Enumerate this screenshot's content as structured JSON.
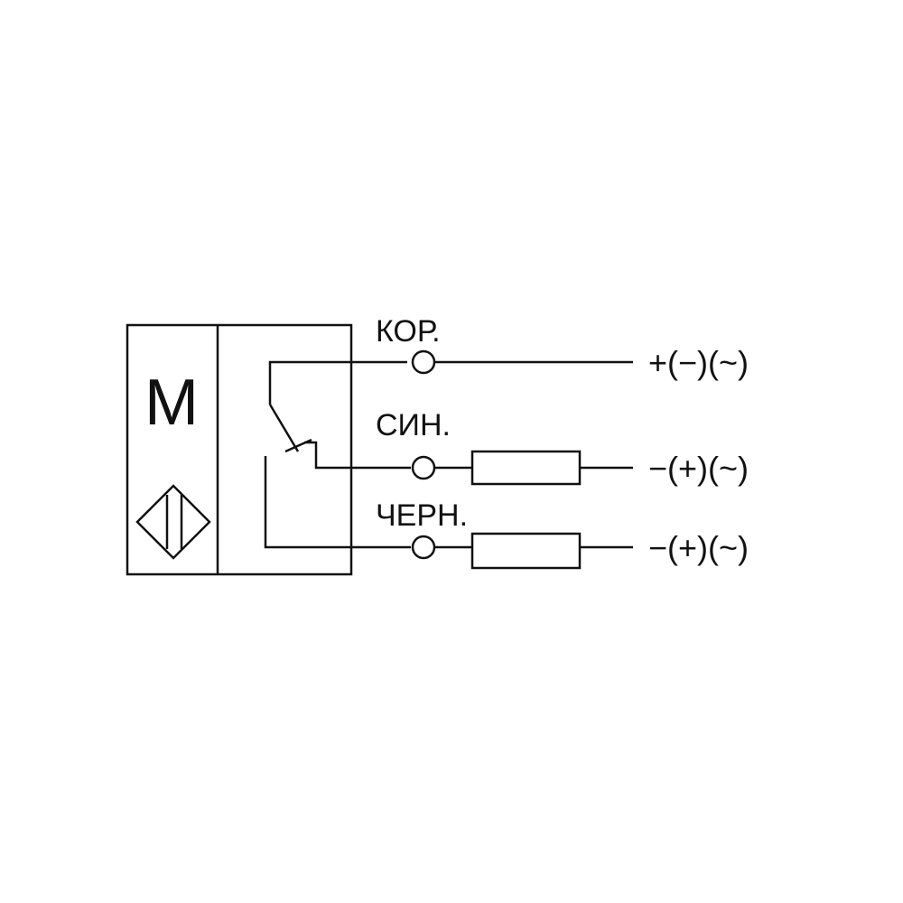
{
  "sensor": {
    "type_letter": "M"
  },
  "wires": [
    {
      "label": "КОР.",
      "terminal": "+(−)(~)",
      "has_load": false
    },
    {
      "label": "СИН.",
      "terminal": "−(+)(~)",
      "has_load": true
    },
    {
      "label": "ЧЕРН.",
      "terminal": "−(+)(~)",
      "has_load": true
    }
  ],
  "colors": {
    "line": "#111111",
    "background": "#ffffff"
  }
}
